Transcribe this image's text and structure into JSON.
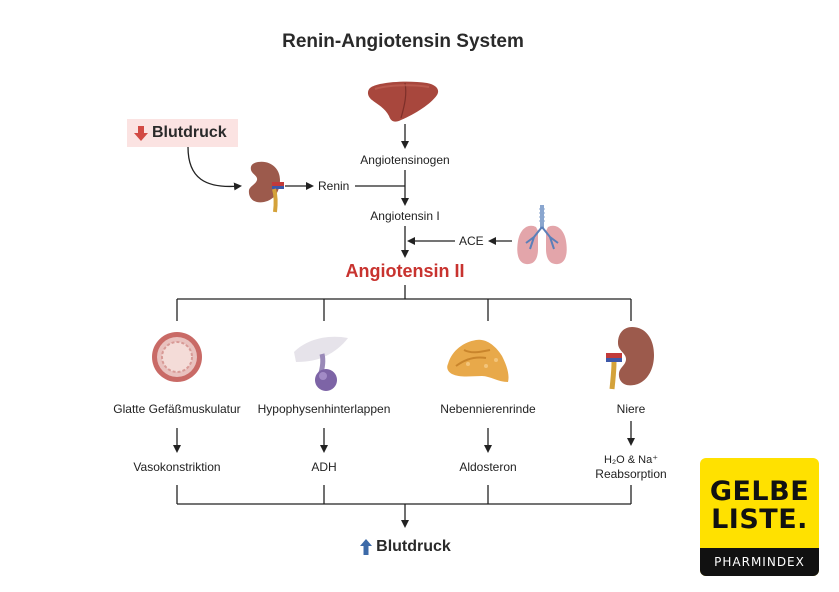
{
  "title": "Renin-Angiotensin System",
  "blutdruck_top": "Blutdruck",
  "renin": "Renin",
  "angiotensinogen": "Angiotensinogen",
  "angiotensin1": "Angiotensin I",
  "ace": "ACE",
  "angiotensin2": "Angiotensin II",
  "targets": [
    {
      "organ": "Glatte Gefäßmuskulatur",
      "effect": "Vasokonstriktion"
    },
    {
      "organ": "Hypophysenhinterlappen",
      "effect": "ADH"
    },
    {
      "organ": "Nebennierenrinde",
      "effect": "Aldosteron"
    },
    {
      "organ": "Niere",
      "effect_line1": "H₂O & Na⁺",
      "effect_line2": "Reabsorption"
    }
  ],
  "blutdruck_bottom": "Blutdruck",
  "logo": {
    "line1": "GELBE",
    "line2": "LISTE.",
    "sub": "PHARMINDEX"
  },
  "colors": {
    "accent_red": "#c8332f",
    "arrow_down": "#d24a44",
    "arrow_up": "#3c6aa8",
    "highlight": "#fbe3e2",
    "logo_yellow": "#ffe100"
  },
  "icons": [
    "liver-icon",
    "kidney-icon",
    "lungs-icon",
    "artery-icon",
    "pituitary-icon",
    "adrenal-gland-icon",
    "kidney-icon"
  ]
}
